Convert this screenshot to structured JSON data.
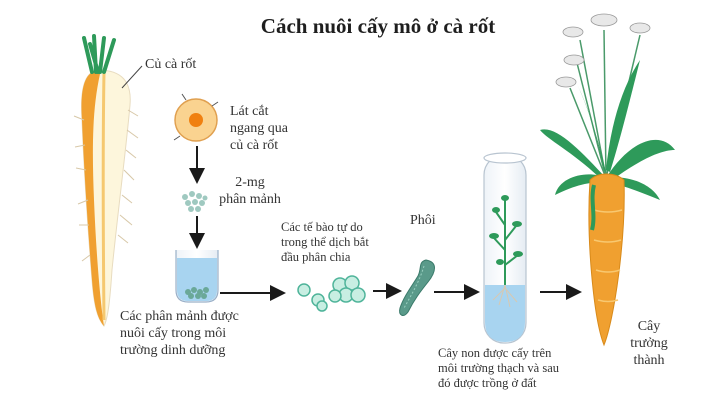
{
  "title": "Cách nuôi cấy mô ở cà rốt",
  "labels": {
    "carrot_root": "Củ cà rốt",
    "cross_section": [
      "Lát cắt",
      "ngang qua",
      "củ cà rốt"
    ],
    "fragments": [
      "2-mg",
      "phân mảnh"
    ],
    "culture": [
      "Các phân mảnh được",
      "nuôi cấy trong môi",
      "trường dinh dưỡng"
    ],
    "free_cells": [
      "Các tế bào tự do",
      "trong thể dịch bắt",
      "đầu phân chia"
    ],
    "embryo": "Phôi",
    "seedling": [
      "Cây non được cấy trên",
      "môi trường thạch và sau",
      "đó được trồng ở đất"
    ],
    "mature": [
      "Cây",
      "trưởng",
      "thành"
    ]
  },
  "colors": {
    "carrot_orange": "#f0a030",
    "carrot_flesh": "#fdf6dc",
    "leaf_green": "#2e9a5a",
    "medium_blue": "#a8d4f0",
    "cell_teal": "#5fbfa8",
    "arrow": "#1a1a1a"
  }
}
